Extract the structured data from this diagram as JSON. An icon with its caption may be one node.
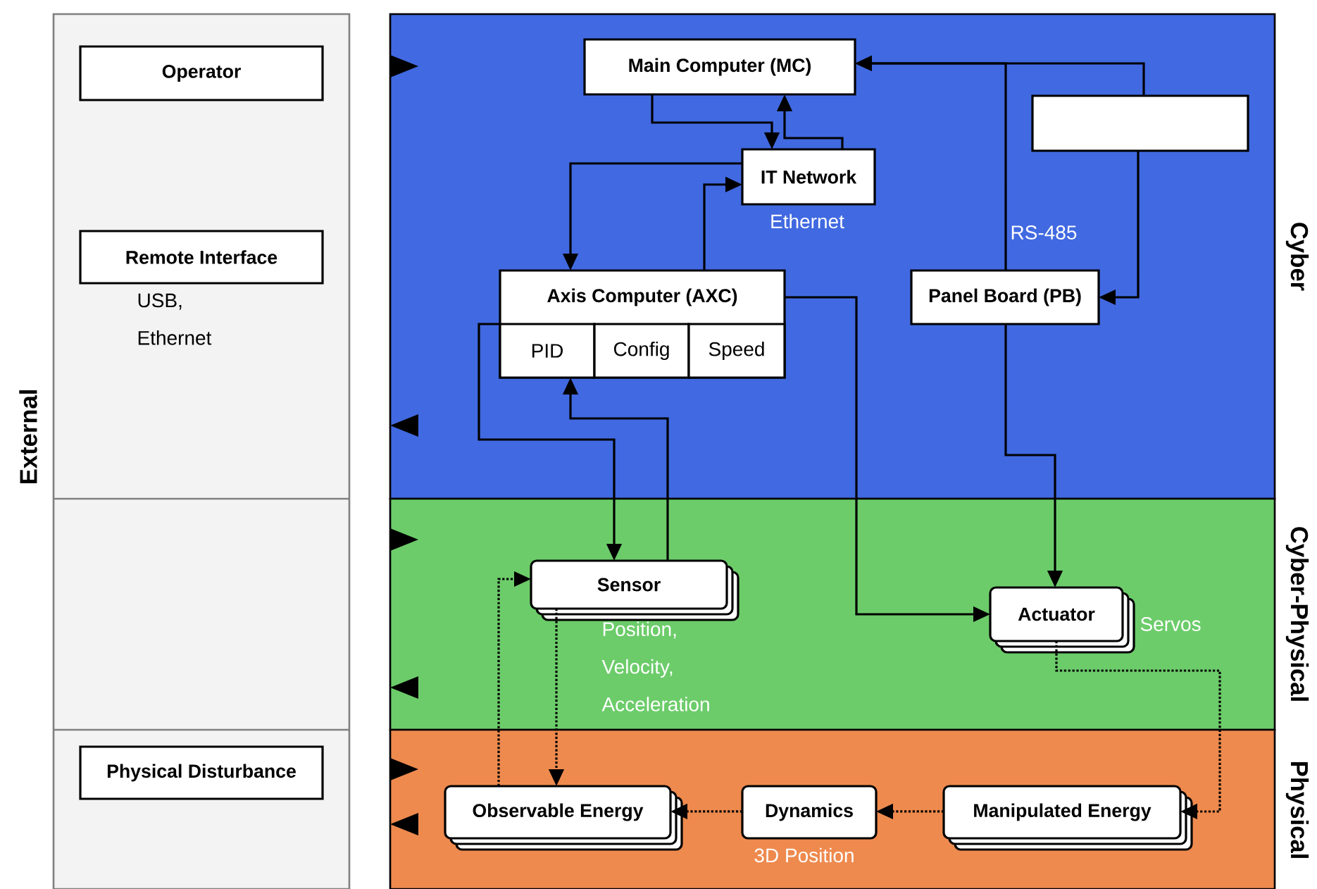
{
  "diagram": {
    "nodes": [
      {
        "text": [
          "External"
        ]
      },
      {
        "text": [
          "Operator"
        ],
        "in": 0
      },
      {
        "text": [
          "Remote Interface"
        ],
        "in": 0,
        "beside": [
          "USB, Ethernet"
        ]
      },
      {
        "text": [
          "Physical Disturbance"
        ],
        "in": 0
      },
      {
        "text": [
          "Cyber"
        ]
      },
      {
        "text": [
          "Main Computer (MC)"
        ],
        "in": 4
      },
      {
        "text": [],
        "shape": "box",
        "in": 4
      },
      {
        "text": [
          "IT Network"
        ],
        "in": 4,
        "beside": [
          "Ethernet"
        ]
      },
      {
        "text": [
          "Axis Computer (AXC)"
        ],
        "in": 4
      },
      {
        "text": [
          "PID"
        ],
        "in": 8
      },
      {
        "text": [
          "Config"
        ],
        "in": 8
      },
      {
        "text": [
          "Speed"
        ],
        "in": 8
      },
      {
        "text": [
          "Panel Board (PB)"
        ],
        "in": 4
      },
      {
        "text": [
          "Cyber-Physical"
        ]
      },
      {
        "text": [
          "Sensor"
        ],
        "in": 13,
        "beside": [
          "Position, Velocity, Acceleration"
        ]
      },
      {
        "text": [
          "Actuator"
        ],
        "in": 13,
        "beside": [
          "Servos"
        ]
      },
      {
        "text": [
          "Physical"
        ]
      },
      {
        "text": [
          "Observable Energy"
        ],
        "in": 16
      },
      {
        "text": [
          "Dynamics"
        ],
        "in": 16,
        "beside": [
          "3D Position"
        ]
      },
      {
        "text": [
          "Manipulated Energy"
        ],
        "in": 16
      }
    ],
    "edges": [
      {
        "from": 5,
        "to": 7,
        "arrow": "to"
      },
      {
        "from": 7,
        "to": 5,
        "arrow": "to"
      },
      {
        "from": 7,
        "to": 8,
        "arrow": "to"
      },
      {
        "from": 8,
        "to": 7,
        "arrow": "to"
      },
      {
        "from": 6,
        "to": 5,
        "arrow": "to"
      },
      {
        "from": 12,
        "to": 5,
        "arrow": "to",
        "label": "RS-485"
      },
      {
        "from": 6,
        "to": 12,
        "arrow": "to"
      },
      {
        "from": 12,
        "to": 15,
        "arrow": "to"
      },
      {
        "from": 8,
        "to": 15,
        "arrow": "to"
      },
      {
        "from": 8,
        "to": 14,
        "arrow": "to"
      },
      {
        "from": 14,
        "to": 9,
        "arrow": "to"
      },
      {
        "from": 15,
        "to": 19,
        "arrow": "to",
        "style": "dashed"
      },
      {
        "from": 19,
        "to": 18,
        "arrow": "to",
        "style": "dashed"
      },
      {
        "from": 18,
        "to": 17,
        "arrow": "to",
        "style": "dashed"
      },
      {
        "from": 17,
        "to": 14,
        "arrow": "to",
        "style": "dashed"
      },
      {
        "from": 14,
        "to": 17,
        "arrow": "to",
        "style": "dashed"
      }
    ]
  }
}
